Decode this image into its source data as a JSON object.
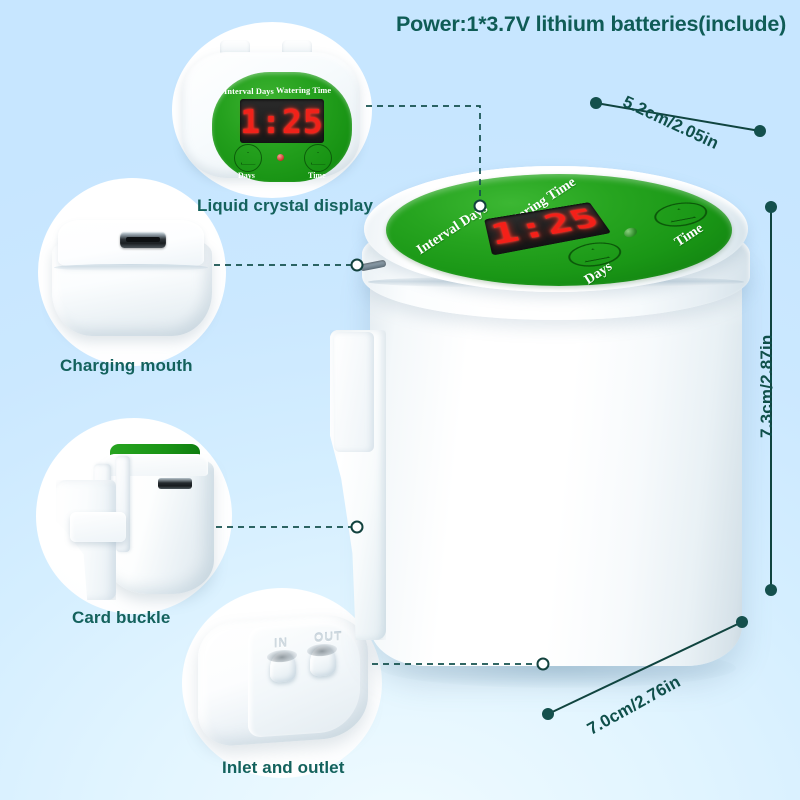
{
  "header": {
    "title": "Power:1*3.7V lithium batteries(include)"
  },
  "theme": {
    "background": "#cfeaff",
    "panel_green": "#1a9716",
    "text_teal": "#14625d",
    "led_red": "#f42019",
    "dim_text": "#0f4f4a"
  },
  "callouts": [
    {
      "id": "liquid-crystal-display",
      "caption": "Liquid crystal display",
      "labels": {
        "left": "Interval Days",
        "right": "Watering Time",
        "button_left": "Days",
        "button_right": "Time"
      },
      "display_value": "1:25"
    },
    {
      "id": "charging-mouth",
      "caption": "Charging mouth"
    },
    {
      "id": "card-buckle",
      "caption": "Card buckle"
    },
    {
      "id": "inlet-and-outlet",
      "caption": "Inlet and outlet",
      "ports": {
        "in": "IN",
        "out": "OUT"
      }
    }
  ],
  "product": {
    "display_value": "1:25",
    "panel_labels": {
      "interval_days": "Interval Days",
      "watering_time": "Watering Time",
      "days_button": "Days",
      "time_button": "Time"
    }
  },
  "dimensions": {
    "width": "5.2cm/2.05in",
    "height": "7.3cm/2.87in",
    "depth": "7.0cm/2.76in"
  }
}
